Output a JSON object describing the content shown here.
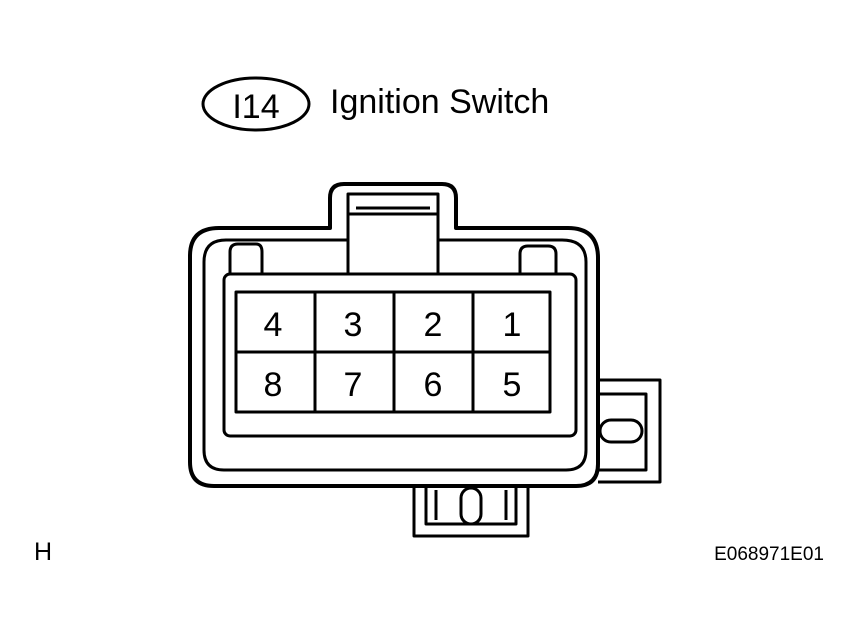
{
  "connector": {
    "code": "I14",
    "name": "Ignition Switch",
    "pins": {
      "row1": [
        "4",
        "3",
        "2",
        "1"
      ],
      "row2": [
        "8",
        "7",
        "6",
        "5"
      ]
    }
  },
  "view_letter": "H",
  "figure_code": "E068971E01"
}
